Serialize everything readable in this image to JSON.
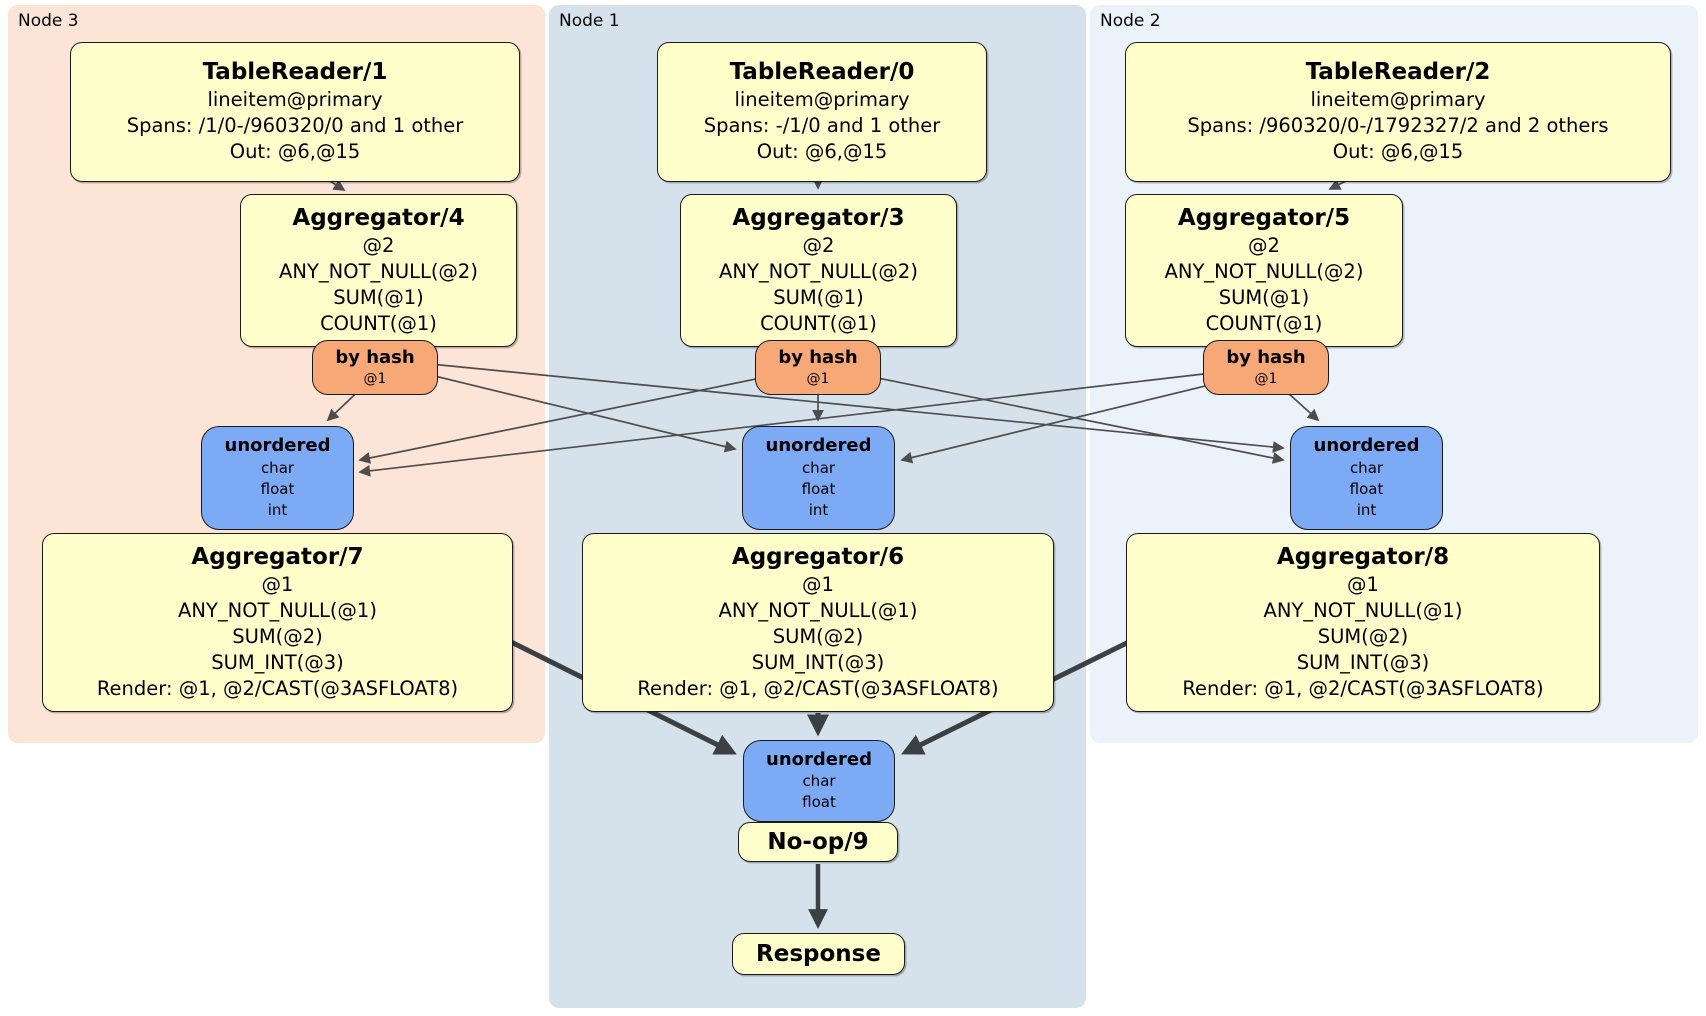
{
  "regions": {
    "node3": {
      "label": "Node 3"
    },
    "node1": {
      "label": "Node 1"
    },
    "node2": {
      "label": "Node 2"
    }
  },
  "operators": {
    "tr1": {
      "title": "TableReader/1",
      "lines": [
        "lineitem@primary",
        "Spans: /1/0-/960320/0 and 1 other",
        "Out: @6,@15"
      ]
    },
    "tr0": {
      "title": "TableReader/0",
      "lines": [
        "lineitem@primary",
        "Spans: -/1/0 and 1 other",
        "Out: @6,@15"
      ]
    },
    "tr2": {
      "title": "TableReader/2",
      "lines": [
        "lineitem@primary",
        "Spans: /960320/0-/1792327/2 and 2 others",
        "Out: @6,@15"
      ]
    },
    "agg4": {
      "title": "Aggregator/4",
      "lines": [
        "@2",
        "ANY_NOT_NULL(@2)",
        "SUM(@1)",
        "COUNT(@1)"
      ]
    },
    "agg3": {
      "title": "Aggregator/3",
      "lines": [
        "@2",
        "ANY_NOT_NULL(@2)",
        "SUM(@1)",
        "COUNT(@1)"
      ]
    },
    "agg5": {
      "title": "Aggregator/5",
      "lines": [
        "@2",
        "ANY_NOT_NULL(@2)",
        "SUM(@1)",
        "COUNT(@1)"
      ]
    },
    "agg7": {
      "title": "Aggregator/7",
      "lines": [
        "@1",
        "ANY_NOT_NULL(@1)",
        "SUM(@2)",
        "SUM_INT(@3)",
        "Render: @1, @2/CAST(@3ASFLOAT8)"
      ]
    },
    "agg6": {
      "title": "Aggregator/6",
      "lines": [
        "@1",
        "ANY_NOT_NULL(@1)",
        "SUM(@2)",
        "SUM_INT(@3)",
        "Render: @1, @2/CAST(@3ASFLOAT8)"
      ]
    },
    "agg8": {
      "title": "Aggregator/8",
      "lines": [
        "@1",
        "ANY_NOT_NULL(@1)",
        "SUM(@2)",
        "SUM_INT(@3)",
        "Render: @1, @2/CAST(@3ASFLOAT8)"
      ]
    },
    "noop": {
      "title": "No-op/9"
    },
    "response": {
      "title": "Response"
    }
  },
  "routers": {
    "r3": {
      "title": "by hash",
      "lines": [
        "@1"
      ]
    },
    "r1": {
      "title": "by hash",
      "lines": [
        "@1"
      ]
    },
    "r2": {
      "title": "by hash",
      "lines": [
        "@1"
      ]
    }
  },
  "syncs": {
    "s3": {
      "title": "unordered",
      "lines": [
        "char",
        "float",
        "int"
      ]
    },
    "s1": {
      "title": "unordered",
      "lines": [
        "char",
        "float",
        "int"
      ]
    },
    "s2": {
      "title": "unordered",
      "lines": [
        "char",
        "float",
        "int"
      ]
    },
    "sfinal": {
      "title": "unordered",
      "lines": [
        "char",
        "float"
      ]
    }
  },
  "colors": {
    "page_bg": "#ffffff",
    "region_node3_bg": "#fce4d6",
    "region_node1_bg": "#d5e2ec",
    "region_node2_bg": "#ecf2fa",
    "operator_fill": "#ffffcc",
    "router_fill": "#f6a876",
    "sync_fill": "#7daaf4",
    "box_border": "#1a1a1a",
    "edge_thin_color": "#4d4d4d",
    "edge_thick_color": "#3c4043",
    "text_color": "#000000"
  }
}
